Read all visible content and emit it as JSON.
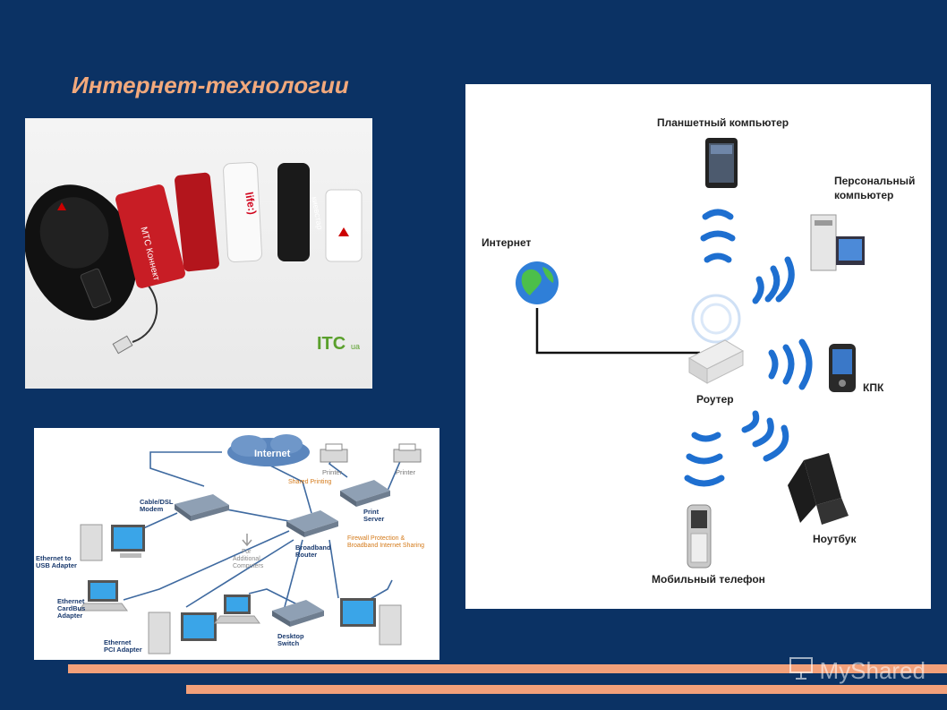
{
  "slide": {
    "title": "Интернет-технологии"
  },
  "photo": {
    "logo_text": "ITC",
    "logo_sub": "ua"
  },
  "lan_diagram": {
    "internet": "Internet",
    "cable_modem": [
      "Cable/DSL",
      "Modem"
    ],
    "broadband_router": [
      "Broadband",
      "Router"
    ],
    "print_server": [
      "Print",
      "Server"
    ],
    "printer_1": "Printer",
    "printer_2": "Printer",
    "shared_printing": "Shared Printing",
    "firewall": [
      "Firewall Protection &",
      "Broadband Internet Sharing"
    ],
    "additional": [
      "For",
      "Additional",
      "Computers"
    ],
    "eth_usb": [
      "Ethernet to",
      "USB Adapter"
    ],
    "eth_cardbus": [
      "Ethernet",
      "CardBus",
      "Adapter"
    ],
    "eth_pci": [
      "Ethernet",
      "PCI Adapter"
    ],
    "desktop_switch": [
      "Desktop",
      "Switch"
    ]
  },
  "wifi_diagram": {
    "tablet": "Планшетный компьютер",
    "pc": [
      "Персональный",
      "компьютер"
    ],
    "internet": "Интернет",
    "router": "Роутер",
    "pda": "КПК",
    "laptop": "Ноутбук",
    "phone": "Мобильный телефон"
  },
  "watermark": {
    "text": "MyShared"
  },
  "colors": {
    "background": "#0b3264",
    "accent": "#f2a07a",
    "title": "#f2a97c",
    "wifi_wave": "#1e6fd0"
  }
}
